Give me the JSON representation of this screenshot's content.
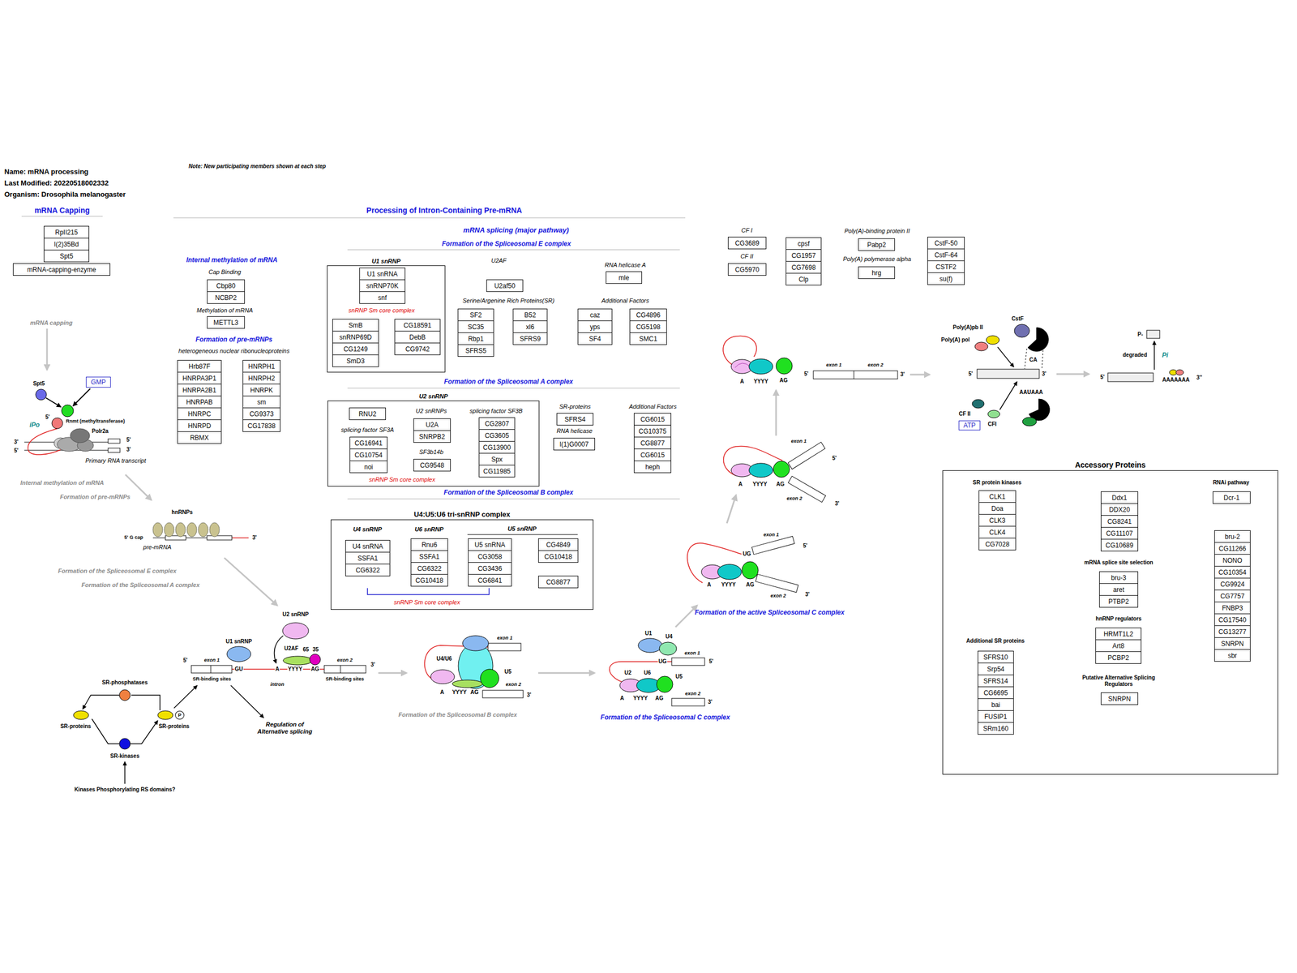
{
  "diagram": {
    "nodes": [
      {
        "text": [
          "RpII215"
        ]
      },
      {
        "text": [
          "l(2)35Bd"
        ]
      },
      {
        "text": [
          "Spt5"
        ]
      },
      {
        "text": [
          "mRNA-capping-enzyme"
        ]
      },
      {
        "text": [
          "GMP"
        ]
      },
      {
        "text": [
          "Cbp80"
        ]
      },
      {
        "text": [
          "NCBP2"
        ]
      },
      {
        "text": [
          "METTL3"
        ]
      },
      {
        "text": [
          "Hrb87F"
        ]
      },
      {
        "text": [
          "HNRPA3P1"
        ]
      },
      {
        "text": [
          "HNRPA2B1"
        ]
      },
      {
        "text": [
          "HNRPAB"
        ]
      },
      {
        "text": [
          "HNRPC"
        ]
      },
      {
        "text": [
          "HNRPD"
        ]
      },
      {
        "text": [
          "RBMX"
        ]
      },
      {
        "text": [
          "HNRPH1"
        ]
      },
      {
        "text": [
          "HNRPH2"
        ]
      },
      {
        "text": [
          "HNRPK"
        ]
      },
      {
        "text": [
          "sm"
        ]
      },
      {
        "text": [
          "CG9373"
        ]
      },
      {
        "text": [
          "CG17838"
        ]
      },
      {
        "text": [
          "U1 snRNP"
        ]
      },
      {
        "text": [
          "U1 snRNA"
        ],
        "in": 21
      },
      {
        "text": [
          "snRNP70K"
        ],
        "in": 21
      },
      {
        "text": [
          "snf"
        ],
        "in": 21
      },
      {
        "text": [
          "SmB"
        ],
        "in": 21
      },
      {
        "text": [
          "snRNP69D"
        ],
        "in": 21
      },
      {
        "text": [
          "CG1249"
        ],
        "in": 21
      },
      {
        "text": [
          "SmD3"
        ],
        "in": 21
      },
      {
        "text": [
          "CG18591"
        ],
        "in": 21
      },
      {
        "text": [
          "DebB"
        ],
        "in": 21
      },
      {
        "text": [
          "CG9742"
        ],
        "in": 21
      },
      {
        "text": [
          "U2af50"
        ]
      },
      {
        "text": [
          "SF2"
        ]
      },
      {
        "text": [
          "SC35"
        ]
      },
      {
        "text": [
          "Rbp1"
        ]
      },
      {
        "text": [
          "SFRS5"
        ]
      },
      {
        "text": [
          "B52"
        ]
      },
      {
        "text": [
          "xl6"
        ]
      },
      {
        "text": [
          "SFRS9"
        ]
      },
      {
        "text": [
          "mle"
        ]
      },
      {
        "text": [
          "caz"
        ]
      },
      {
        "text": [
          "yps"
        ]
      },
      {
        "text": [
          "SF4"
        ]
      },
      {
        "text": [
          "CG4896"
        ]
      },
      {
        "text": [
          "CG5198"
        ]
      },
      {
        "text": [
          "SMC1"
        ]
      },
      {
        "text": [
          "U2 snRNP"
        ]
      },
      {
        "text": [
          "RNU2"
        ],
        "in": 47
      },
      {
        "text": [
          "U2A"
        ],
        "in": 47
      },
      {
        "text": [
          "SNRPB2"
        ],
        "in": 47
      },
      {
        "text": [
          "CG2807"
        ],
        "in": 47
      },
      {
        "text": [
          "CG3605"
        ],
        "in": 47
      },
      {
        "text": [
          "CG13900"
        ],
        "in": 47
      },
      {
        "text": [
          "Spx"
        ],
        "in": 47
      },
      {
        "text": [
          "CG11985"
        ],
        "in": 47
      },
      {
        "text": [
          "CG16941"
        ],
        "in": 47
      },
      {
        "text": [
          "CG10754"
        ],
        "in": 47
      },
      {
        "text": [
          "noi"
        ],
        "in": 47
      },
      {
        "text": [
          "CG9548"
        ],
        "in": 47
      },
      {
        "text": [
          "SFRS4"
        ]
      },
      {
        "text": [
          "l(1)G0007"
        ]
      },
      {
        "text": [
          "CG6015"
        ]
      },
      {
        "text": [
          "CG10375"
        ]
      },
      {
        "text": [
          "CG8877"
        ]
      },
      {
        "text": [
          "CG6015"
        ]
      },
      {
        "text": [
          "heph"
        ]
      },
      {
        "text": [
          "U4:U5:U6 tri-snRNP complex"
        ]
      },
      {
        "text": [
          "U4 snRNA"
        ],
        "in": 67
      },
      {
        "text": [
          "SSFA1"
        ],
        "in": 67
      },
      {
        "text": [
          "CG6322"
        ],
        "in": 67
      },
      {
        "text": [
          "Rnu6"
        ],
        "in": 67
      },
      {
        "text": [
          "SSFA1"
        ],
        "in": 67
      },
      {
        "text": [
          "CG6322"
        ],
        "in": 67
      },
      {
        "text": [
          "CG10418"
        ],
        "in": 67
      },
      {
        "text": [
          "U5 snRNA"
        ],
        "in": 67
      },
      {
        "text": [
          "CG3058"
        ],
        "in": 67
      },
      {
        "text": [
          "CG3436"
        ],
        "in": 67
      },
      {
        "text": [
          "CG6841"
        ],
        "in": 67
      },
      {
        "text": [
          "CG4849"
        ],
        "in": 67
      },
      {
        "text": [
          "CG10418"
        ],
        "in": 67
      },
      {
        "text": [
          "CG8877"
        ],
        "in": 67
      },
      {
        "text": [
          "CG3689"
        ]
      },
      {
        "text": [
          "CG5970"
        ]
      },
      {
        "text": [
          "cpsf"
        ]
      },
      {
        "text": [
          "CG1957"
        ]
      },
      {
        "text": [
          "CG7698"
        ]
      },
      {
        "text": [
          "Clp"
        ]
      },
      {
        "text": [
          "Pabp2"
        ]
      },
      {
        "text": [
          "hrg"
        ]
      },
      {
        "text": [
          "CstF-50"
        ]
      },
      {
        "text": [
          "CstF-64"
        ]
      },
      {
        "text": [
          "CSTF2"
        ]
      },
      {
        "text": [
          "su(f)"
        ]
      },
      {
        "text": [
          "ATP"
        ]
      },
      {
        "text": [
          "Accessory Proteins"
        ]
      },
      {
        "text": [
          "CLK1"
        ],
        "in": 95
      },
      {
        "text": [
          "Doa"
        ],
        "in": 95
      },
      {
        "text": [
          "CLK3"
        ],
        "in": 95
      },
      {
        "text": [
          "CLK4"
        ],
        "in": 95
      },
      {
        "text": [
          "CG7028"
        ],
        "in": 95
      },
      {
        "text": [
          "Ddx1"
        ],
        "in": 95
      },
      {
        "text": [
          "DDX20"
        ],
        "in": 95
      },
      {
        "text": [
          "CG8241"
        ],
        "in": 95
      },
      {
        "text": [
          "CG11107"
        ],
        "in": 95
      },
      {
        "text": [
          "CG10689"
        ],
        "in": 95
      },
      {
        "text": [
          "Dcr-1"
        ],
        "in": 95
      },
      {
        "text": [
          "bru-3"
        ],
        "in": 95
      },
      {
        "text": [
          "aret"
        ],
        "in": 95
      },
      {
        "text": [
          "PTBP2"
        ],
        "in": 95
      },
      {
        "text": [
          "HRMT1L2"
        ],
        "in": 95
      },
      {
        "text": [
          "Art8"
        ],
        "in": 95
      },
      {
        "text": [
          "PCBP2"
        ],
        "in": 95
      },
      {
        "text": [
          "SNRPN"
        ],
        "in": 95
      },
      {
        "text": [
          "SFRS10"
        ],
        "in": 95
      },
      {
        "text": [
          "Srp54"
        ],
        "in": 95
      },
      {
        "text": [
          "SFRS14"
        ],
        "in": 95
      },
      {
        "text": [
          "CG6695"
        ],
        "in": 95
      },
      {
        "text": [
          "bai"
        ],
        "in": 95
      },
      {
        "text": [
          "FUSIP1"
        ],
        "in": 95
      },
      {
        "text": [
          "SRm160"
        ],
        "in": 95
      },
      {
        "text": [
          "bru-2"
        ],
        "in": 95
      },
      {
        "text": [
          "CG11266"
        ],
        "in": 95
      },
      {
        "text": [
          "NONO"
        ],
        "in": 95
      },
      {
        "text": [
          "CG10354"
        ],
        "in": 95
      },
      {
        "text": [
          "CG9924"
        ],
        "in": 95
      },
      {
        "text": [
          "CG7757"
        ],
        "in": 95
      },
      {
        "text": [
          "FNBP3"
        ],
        "in": 95
      },
      {
        "text": [
          "CG17540"
        ],
        "in": 95
      },
      {
        "text": [
          "CG13277"
        ],
        "in": 95
      },
      {
        "text": [
          "SNRPN"
        ],
        "in": 95
      },
      {
        "text": [
          "sbr"
        ],
        "in": 95
      },
      {
        "text": [
          "P"
        ]
      }
    ],
    "labels": [
      "Name: mRNA processing",
      "Last Modified: 20220518002332",
      "Organism: Drosophila melanogaster",
      "Note: New participating members shown at each step",
      "mRNA Capping",
      "mRNA capping",
      "Spt5",
      "Rnmt (methyltransferase)",
      "iPo",
      "5'",
      "3'",
      "5'",
      "Polr2a",
      "5'",
      "3'",
      "Primary RNA transcript",
      "Internal methylation of mRNA",
      "Formation of pre-mRNPs",
      "Processing of Intron-Containing Pre-mRNA",
      "Internal methylation of mRNA",
      "Cap Binding",
      "Methylation of mRNA",
      "Formation of pre-mRNPs",
      "heterogeneous nuclear ribonucleoproteins",
      "hnRNPs",
      "5' G cap",
      "pre-mRNA",
      "3'",
      "Formation of the Spliceosomal E complex",
      "Formation of the Spliceosomal A complex",
      "mRNA splicing (major pathway)",
      "Formation of the Spliceosomal E complex",
      "snRNP Sm core complex",
      "U2AF",
      "Serine/Argenine Rich Proteins(SR)",
      "RNA helicase A",
      "Additional Factors",
      "Formation of the Spliceosomal A complex",
      "U2 snRNPs",
      "splicing factor SF3B",
      "splicing factor SF3A",
      "SF3b14b",
      "snRNP Sm core complex",
      "SR-proteins",
      "RNA helicase",
      "Additional Factors",
      "Formation of the Spliceosomal B complex",
      "U4 snRNP",
      "U6 snRNP",
      "U5 snRNP",
      "snRNP Sm core complex",
      "U2 snRNP",
      "U1 snRNP",
      "U2AF",
      "65",
      "35",
      "5'",
      "exon 1",
      "GU",
      "A",
      "YYYY",
      "AG",
      "exon 2",
      "3'",
      "SR-binding sites",
      "intron",
      "SR-binding sites",
      "Regulation of Alternative splicing",
      "SR-phosphatases",
      "SR-proteins",
      "SR-proteins",
      "SR-kinases",
      "Kinases Phosphorylating RS domains?",
      "U4/U6",
      "exon 1",
      "U5",
      "A",
      "YYYY",
      "AG",
      "exon 2",
      "3'",
      "Formation of the Spliceosomal B complex",
      "U1",
      "U4",
      "exon 1",
      "UG",
      "5'",
      "U2",
      "U6",
      "U5",
      "exon 2",
      "3'",
      "A",
      "YYYY",
      "AG",
      "Formation of the Spliceosomal C complex",
      "UG",
      "exon 1",
      "5'",
      "A",
      "YYYY",
      "AG",
      "exon 2",
      "3'",
      "Formation of the active Spliceosomal C complex",
      "exon 1",
      "5'",
      "A",
      "YYYY",
      "AG",
      "exon 2",
      "3'",
      "A",
      "YYYY",
      "AG",
      "5'",
      "exon 1",
      "exon 2",
      "3'",
      "CF I",
      "CF II",
      "Poly(A)-binding protein II",
      "Poly(A) polymerase alpha",
      "CstF",
      "Poly(A)pb II",
      "Poly(A) pol",
      "CA",
      "5'",
      "3'",
      "AAUAAA",
      "CF II",
      "CFI",
      "P-",
      "degraded",
      "Pi",
      "5'",
      "AAAAAAA",
      "3''",
      "SR protein kinases",
      "mRNA splice site selection",
      "hnRNP regulators",
      "Putative Alternative Splicing Regulators",
      "Additional SR proteins",
      "RNAi pathway"
    ]
  }
}
